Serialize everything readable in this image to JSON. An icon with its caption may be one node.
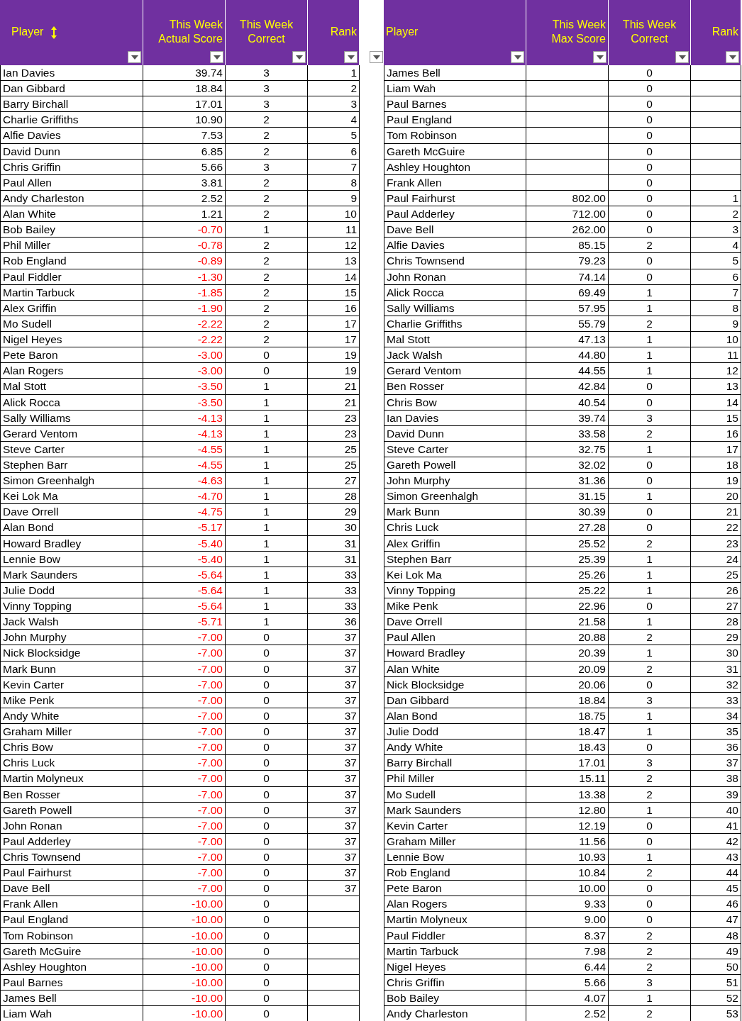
{
  "diagram": {
    "labels": [
      "Player",
      "This Week Actual Score",
      "This Week Correct",
      "Rank",
      "Player",
      "This Week Max Score",
      "This Week Correct",
      "Rank",
      "Ian Davies",
      "39.74",
      "3",
      "1",
      "James Bell",
      "0",
      "Dan Gibbard",
      "18.84",
      "3",
      "2",
      "Liam Wah",
      "0",
      "Barry Birchall",
      "17.01",
      "3",
      "3",
      "Paul Barnes",
      "0",
      "Charlie Griffiths",
      "10.90",
      "2",
      "4",
      "Paul England",
      "0",
      "Alfie Davies",
      "7.53",
      "2",
      "5",
      "Tom Robinson",
      "0",
      "David Dunn",
      "6.85",
      "2",
      "6",
      "Gareth McGuire",
      "0",
      "Chris Griffin",
      "5.66",
      "3",
      "7",
      "Ashley Houghton",
      "0",
      "Paul Allen",
      "3.81",
      "2",
      "8",
      "Frank Allen",
      "0",
      "Andy Charleston",
      "2.52",
      "2",
      "9",
      "Paul Fairhurst",
      "802.00",
      "0",
      "1",
      "Alan White",
      "1.21",
      "2",
      "10",
      "Paul Adderley",
      "712.00",
      "0",
      "2",
      "Bob Bailey",
      "-0.70",
      "1",
      "11",
      "Dave Bell",
      "262.00",
      "0",
      "3",
      "Phil Miller",
      "-0.78",
      "2",
      "12",
      "Alfie Davies",
      "85.15",
      "2",
      "4",
      "Rob England",
      "-0.89",
      "2",
      "13",
      "Chris Townsend",
      "79.23",
      "0",
      "5",
      "Paul Fiddler",
      "-1.30",
      "2",
      "14",
      "John Ronan",
      "74.14",
      "0",
      "6",
      "Martin Tarbuck",
      "-1.85",
      "2",
      "15",
      "Alick Rocca",
      "69.49",
      "1",
      "7",
      "Alex Griffin",
      "-1.90",
      "2",
      "16",
      "Sally Williams",
      "57.95",
      "1",
      "8",
      "Mo Sudell",
      "-2.22",
      "2",
      "17",
      "Charlie Griffiths",
      "55.79",
      "2",
      "9",
      "Nigel Heyes",
      "-2.22",
      "2",
      "17",
      "Mal Stott",
      "47.13",
      "1",
      "10",
      "Pete Baron",
      "-3.00",
      "0",
      "19",
      "Jack Walsh",
      "44.80",
      "1",
      "11",
      "Alan Rogers",
      "-3.00",
      "0",
      "19",
      "Gerard Ventom",
      "44.55",
      "1",
      "12",
      "Mal Stott",
      "-3.50",
      "1",
      "21",
      "Ben Rosser",
      "42.84",
      "0",
      "13",
      "Alick Rocca",
      "-3.50",
      "1",
      "21",
      "Chris Bow",
      "40.54",
      "0",
      "14",
      "Sally Williams",
      "-4.13",
      "1",
      "23",
      "Ian Davies",
      "39.74",
      "3",
      "15",
      "Gerard Ventom",
      "-4.13",
      "1",
      "23",
      "David Dunn",
      "33.58",
      "2",
      "16",
      "Steve Carter",
      "-4.55",
      "1",
      "25",
      "Steve Carter",
      "32.75",
      "1",
      "17",
      "Stephen Barr",
      "-4.55",
      "1",
      "25",
      "Gareth Powell",
      "32.02",
      "0",
      "18",
      "Simon Greenhalgh",
      "-4.63",
      "1",
      "27",
      "John Murphy",
      "31.36",
      "0",
      "19",
      "Kei Lok Ma",
      "-4.70",
      "1",
      "28",
      "Simon Greenhalgh",
      "31.15",
      "1",
      "20",
      "Dave Orrell",
      "-4.75",
      "1",
      "29",
      "Mark Bunn",
      "30.39",
      "0",
      "21",
      "Alan Bond",
      "-5.17",
      "1",
      "30",
      "Chris Luck",
      "27.28",
      "0",
      "22",
      "Howard Bradley",
      "-5.40",
      "1",
      "31",
      "Alex Griffin",
      "25.52",
      "2",
      "23",
      "Lennie Bow",
      "-5.40",
      "1",
      "31",
      "Stephen Barr",
      "25.39",
      "1",
      "24",
      "Mark Saunders",
      "-5.64",
      "1",
      "33",
      "Kei Lok Ma",
      "25.26",
      "1",
      "25",
      "Julie Dodd",
      "-5.64",
      "1",
      "33",
      "Vinny Topping",
      "25.22",
      "1",
      "26",
      "Vinny Topping",
      "-5.64",
      "1",
      "33",
      "Mike Penk",
      "22.96",
      "0",
      "27",
      "Jack Walsh",
      "-5.71",
      "1",
      "36",
      "Dave Orrell",
      "21.58",
      "1",
      "28",
      "John Murphy",
      "-7.00",
      "0",
      "37",
      "Paul Allen",
      "20.88",
      "2",
      "29",
      "Nick Blocksidge",
      "-7.00",
      "0",
      "37",
      "Howard Bradley",
      "20.39",
      "1",
      "30",
      "Mark Bunn",
      "-7.00",
      "0",
      "37",
      "Alan White",
      "20.09",
      "2",
      "31",
      "Kevin Carter",
      "-7.00",
      "0",
      "37",
      "Nick Blocksidge",
      "20.06",
      "0",
      "32",
      "Mike Penk",
      "-7.00",
      "0",
      "37",
      "Dan Gibbard",
      "18.84",
      "3",
      "33",
      "Andy White",
      "-7.00",
      "0",
      "37",
      "Alan Bond",
      "18.75",
      "1",
      "34",
      "Graham Miller",
      "-7.00",
      "0",
      "37",
      "Julie Dodd",
      "18.47",
      "1",
      "35",
      "Chris Bow",
      "-7.00",
      "0",
      "37",
      "Andy White",
      "18.43",
      "0",
      "36",
      "Chris Luck",
      "-7.00",
      "0",
      "37",
      "Barry Birchall",
      "17.01",
      "3",
      "37",
      "Martin Molyneux",
      "-7.00",
      "0",
      "37",
      "Phil Miller",
      "15.11",
      "2",
      "38",
      "Ben Rosser",
      "-7.00",
      "0",
      "37",
      "Mo Sudell",
      "13.38",
      "2",
      "39",
      "Gareth Powell",
      "-7.00",
      "0",
      "37",
      "Mark Saunders",
      "12.80",
      "1",
      "40",
      "John Ronan",
      "-7.00",
      "0",
      "37",
      "Kevin Carter",
      "12.19",
      "0",
      "41",
      "Paul Adderley",
      "-7.00",
      "0",
      "37",
      "Graham Miller",
      "11.56",
      "0",
      "42",
      "Chris Townsend",
      "-7.00",
      "0",
      "37",
      "Lennie Bow",
      "10.93",
      "1",
      "43",
      "Paul Fairhurst",
      "-7.00",
      "0",
      "37",
      "Rob England",
      "10.84",
      "2",
      "44",
      "Dave Bell",
      "-7.00",
      "0",
      "37",
      "Pete Baron",
      "10.00",
      "0",
      "45",
      "Frank Allen",
      "-10.00",
      "0",
      "Alan Rogers",
      "9.33",
      "0",
      "46",
      "Paul England",
      "-10.00",
      "0",
      "Martin Molyneux",
      "9.00",
      "0",
      "47",
      "Tom Robinson",
      "-10.00",
      "0",
      "Paul Fiddler",
      "8.37",
      "2",
      "48",
      "Gareth McGuire",
      "-10.00",
      "0",
      "Martin Tarbuck",
      "7.98",
      "2",
      "49",
      "Ashley Houghton",
      "-10.00",
      "0",
      "Nigel Heyes",
      "6.44",
      "2",
      "50",
      "Paul Barnes",
      "-10.00",
      "0",
      "Chris Griffin",
      "5.66",
      "3",
      "51",
      "James Bell",
      "-10.00",
      "0",
      "Bob Bailey",
      "4.07",
      "1",
      "52",
      "Liam Wah",
      "-10.00",
      "0",
      "Andy Charleston",
      "2.52",
      "2",
      "53"
    ]
  }
}
